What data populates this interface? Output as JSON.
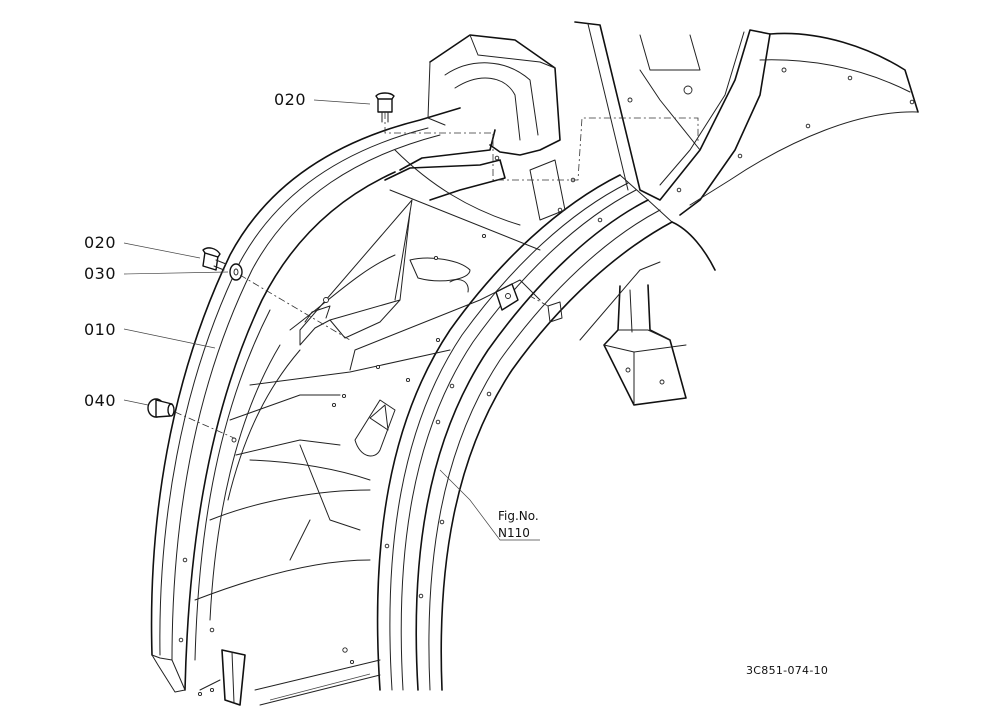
{
  "callouts": [
    {
      "id": "callout-020-top",
      "text": "020"
    },
    {
      "id": "callout-020-left",
      "text": "020"
    },
    {
      "id": "callout-030",
      "text": "030"
    },
    {
      "id": "callout-010",
      "text": "010"
    },
    {
      "id": "callout-040",
      "text": "040"
    }
  ],
  "figure_reference": {
    "line1": "Fig.No.",
    "line2": "N110"
  },
  "drawing_code": "3C851-074-10"
}
